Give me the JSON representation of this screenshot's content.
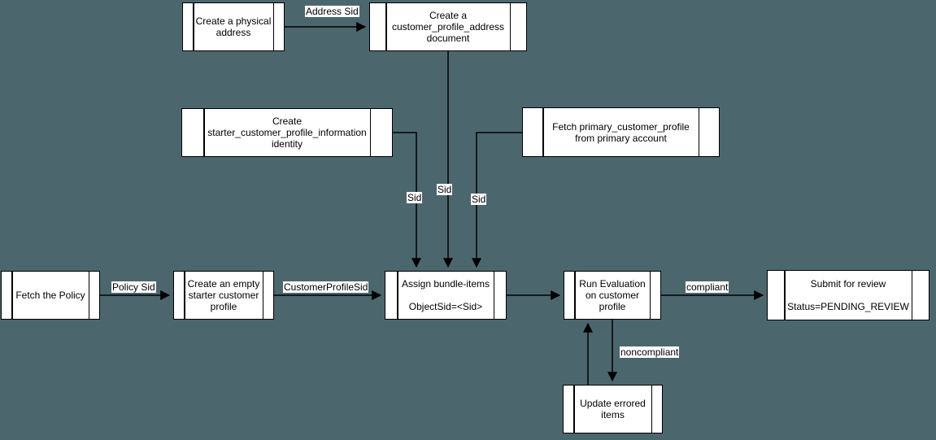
{
  "colors": {
    "background": "#4c666e",
    "node_fill": "#ffffff",
    "node_stroke": "#000000",
    "edge_stroke": "#000000",
    "label_background": "#ffffff",
    "text": "#000000"
  },
  "nodes": [
    {
      "id": "create-physical-address",
      "label": "Create a physical\naddress"
    },
    {
      "id": "create-customer-profile-address-document",
      "label": "Create a\ncustomer_profile_address\ndocument"
    },
    {
      "id": "create-starter-customer-profile-information-identity",
      "label": "Create\nstarter_customer_profile_information\nidentity"
    },
    {
      "id": "fetch-primary-customer-profile",
      "label": "Fetch primary_customer_profile\nfrom primary account"
    },
    {
      "id": "fetch-the-policy",
      "label": "Fetch the Policy"
    },
    {
      "id": "create-empty-starter-customer-profile",
      "label": "Create an empty\nstarter customer\nprofile"
    },
    {
      "id": "assign-bundle-items",
      "label": "Assign bundle-items\n\nObjectSid=<Sid>"
    },
    {
      "id": "run-evaluation-on-customer-profile",
      "label": "Run Evaluation\non customer\nprofile"
    },
    {
      "id": "submit-for-review",
      "label": "Submit for review\n\nStatus=PENDING_REVIEW"
    },
    {
      "id": "update-errored-items",
      "label": "Update errored\nitems"
    }
  ],
  "edges": [
    {
      "from": "create-physical-address",
      "to": "create-customer-profile-address-document",
      "label": "Address Sid"
    },
    {
      "from": "create-customer-profile-address-document",
      "to": "assign-bundle-items",
      "label": "Sid"
    },
    {
      "from": "create-starter-customer-profile-information-identity",
      "to": "assign-bundle-items",
      "label": "Sid"
    },
    {
      "from": "fetch-primary-customer-profile",
      "to": "assign-bundle-items",
      "label": "Sid"
    },
    {
      "from": "fetch-the-policy",
      "to": "create-empty-starter-customer-profile",
      "label": "Policy Sid"
    },
    {
      "from": "create-empty-starter-customer-profile",
      "to": "assign-bundle-items",
      "label": "CustomerProfileSid"
    },
    {
      "from": "assign-bundle-items",
      "to": "run-evaluation-on-customer-profile",
      "label": ""
    },
    {
      "from": "run-evaluation-on-customer-profile",
      "to": "submit-for-review",
      "label": "compliant"
    },
    {
      "from": "run-evaluation-on-customer-profile",
      "to": "update-errored-items",
      "label": "noncompliant"
    },
    {
      "from": "update-errored-items",
      "to": "run-evaluation-on-customer-profile",
      "label": ""
    }
  ]
}
